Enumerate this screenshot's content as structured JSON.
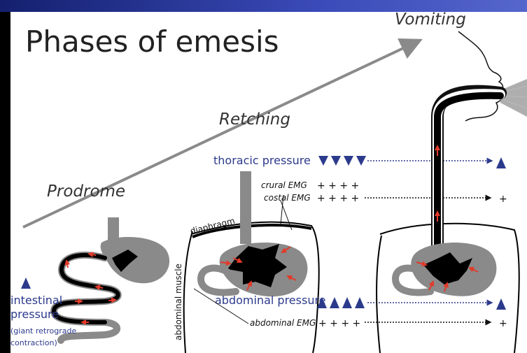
{
  "title": "Phases of emesis",
  "phases": {
    "prodrome": "Prodrome",
    "retching": "Retching",
    "vomiting": "Vomiting"
  },
  "labels": {
    "intestinal_pressure_1": "intestinal",
    "intestinal_pressure_2": "pressure",
    "giant_contraction_1": "(giant retrograde",
    "giant_contraction_2": "contraction)",
    "thoracic_pressure": "thoracic pressure",
    "crural_emg": "crural EMG",
    "costal_emg": "costal EMG",
    "diaphragm": "diaphragm",
    "abdominal_muscle": "abdominal muscle",
    "abdominal_pressure": "abdominal pressure",
    "abdominal_emg": "abdominal EMG"
  },
  "signals": {
    "crural_plus": "+ + + +",
    "costal_plus": "+ + + +",
    "abdominal_emg_plus": "+ + + +",
    "vomit_costal_plus": "+",
    "vomit_abdominal_emg_plus": "+"
  },
  "colors": {
    "blue": "#2c3a8c",
    "arrow_grey": "#8a8a8a",
    "organ_grey": "#888888",
    "red": "#e23a2a",
    "header_blue": "#2a3aa0"
  }
}
